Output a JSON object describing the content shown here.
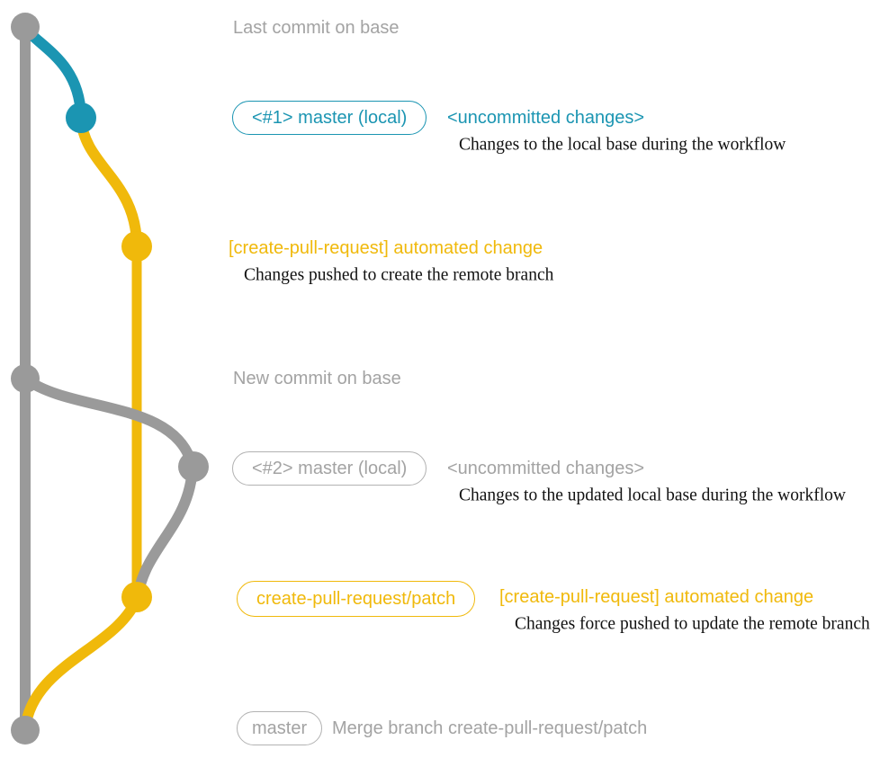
{
  "colors": {
    "blue": "#1b95b2",
    "yellow": "#f0b90b",
    "gray": "#9a9a9a",
    "gray_text": "#a3a3a3",
    "gray_border": "#b2b2b2",
    "ink": "#111111",
    "background": "#ffffff"
  },
  "graph": {
    "nodes": [
      {
        "id": "last-commit-on-base",
        "color": "gray"
      },
      {
        "id": "master-local-1-commit",
        "color": "blue"
      },
      {
        "id": "automated-change-commit",
        "color": "yellow"
      },
      {
        "id": "new-commit-on-base",
        "color": "gray"
      },
      {
        "id": "master-local-2-commit",
        "color": "gray"
      },
      {
        "id": "patch-branch-commit",
        "color": "yellow"
      },
      {
        "id": "merge-commit",
        "color": "gray"
      }
    ],
    "branches": [
      "base",
      "master (local)",
      "create-pull-request/patch"
    ]
  },
  "rows": {
    "last_commit": {
      "label": "Last commit on base"
    },
    "master_local_1": {
      "pill": "<#1> master (local)",
      "title": "<uncommitted changes>",
      "desc": "Changes to the local base during the workflow"
    },
    "automated_change_1": {
      "title": "[create-pull-request] automated change",
      "desc": "Changes pushed to create the remote branch"
    },
    "new_commit": {
      "label": "New commit on base"
    },
    "master_local_2": {
      "pill": "<#2> master (local)",
      "title": "<uncommitted changes>",
      "desc": "Changes to the updated local base during the workflow"
    },
    "patch_branch": {
      "pill": "create-pull-request/patch",
      "title": "[create-pull-request] automated change",
      "desc": "Changes force pushed to update the remote branch"
    },
    "merge": {
      "pill": "master",
      "label": "Merge branch create-pull-request/patch"
    }
  }
}
